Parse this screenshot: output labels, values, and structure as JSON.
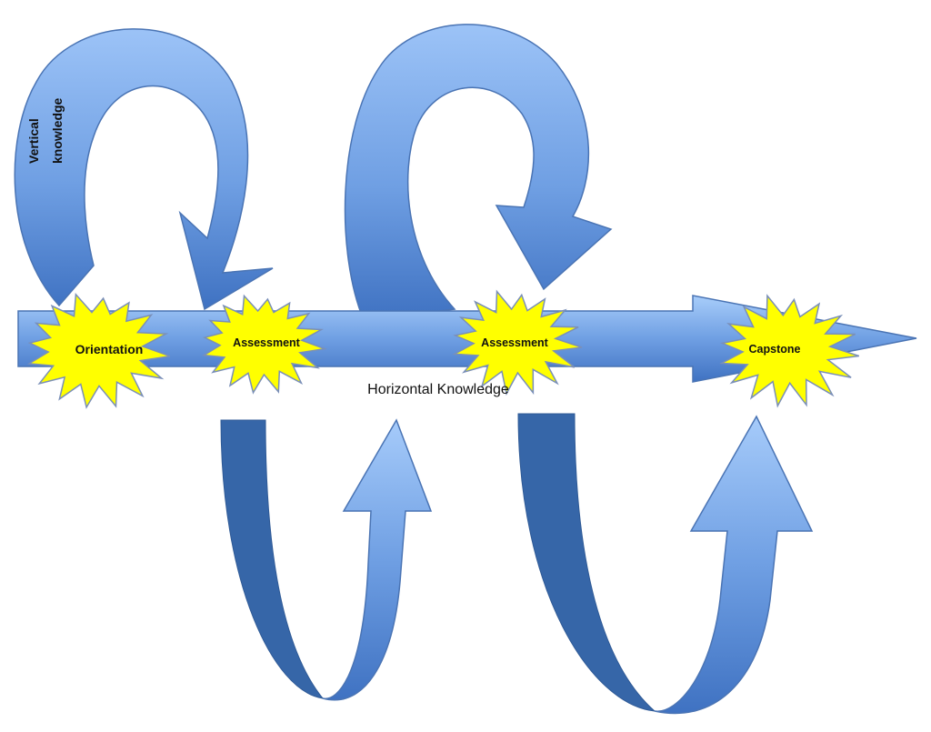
{
  "labels": {
    "vertical_line1": "Vertical",
    "vertical_line2": "knowledge",
    "horizontal": "Horizontal Knowledge"
  },
  "milestones": [
    {
      "label": "Orientation"
    },
    {
      "label": "Assessment"
    },
    {
      "label": "Assessment"
    },
    {
      "label": "Capstone"
    }
  ],
  "colors": {
    "arrow_light": "#9cc3f7",
    "arrow_mid": "#6f9fe3",
    "arrow_dark": "#3f72c2",
    "arrow_edge": "#4a74b4",
    "ribbon_back": "#3666a8",
    "burst_fill": "#ffff00",
    "burst_edge": "#7a8fb8"
  }
}
